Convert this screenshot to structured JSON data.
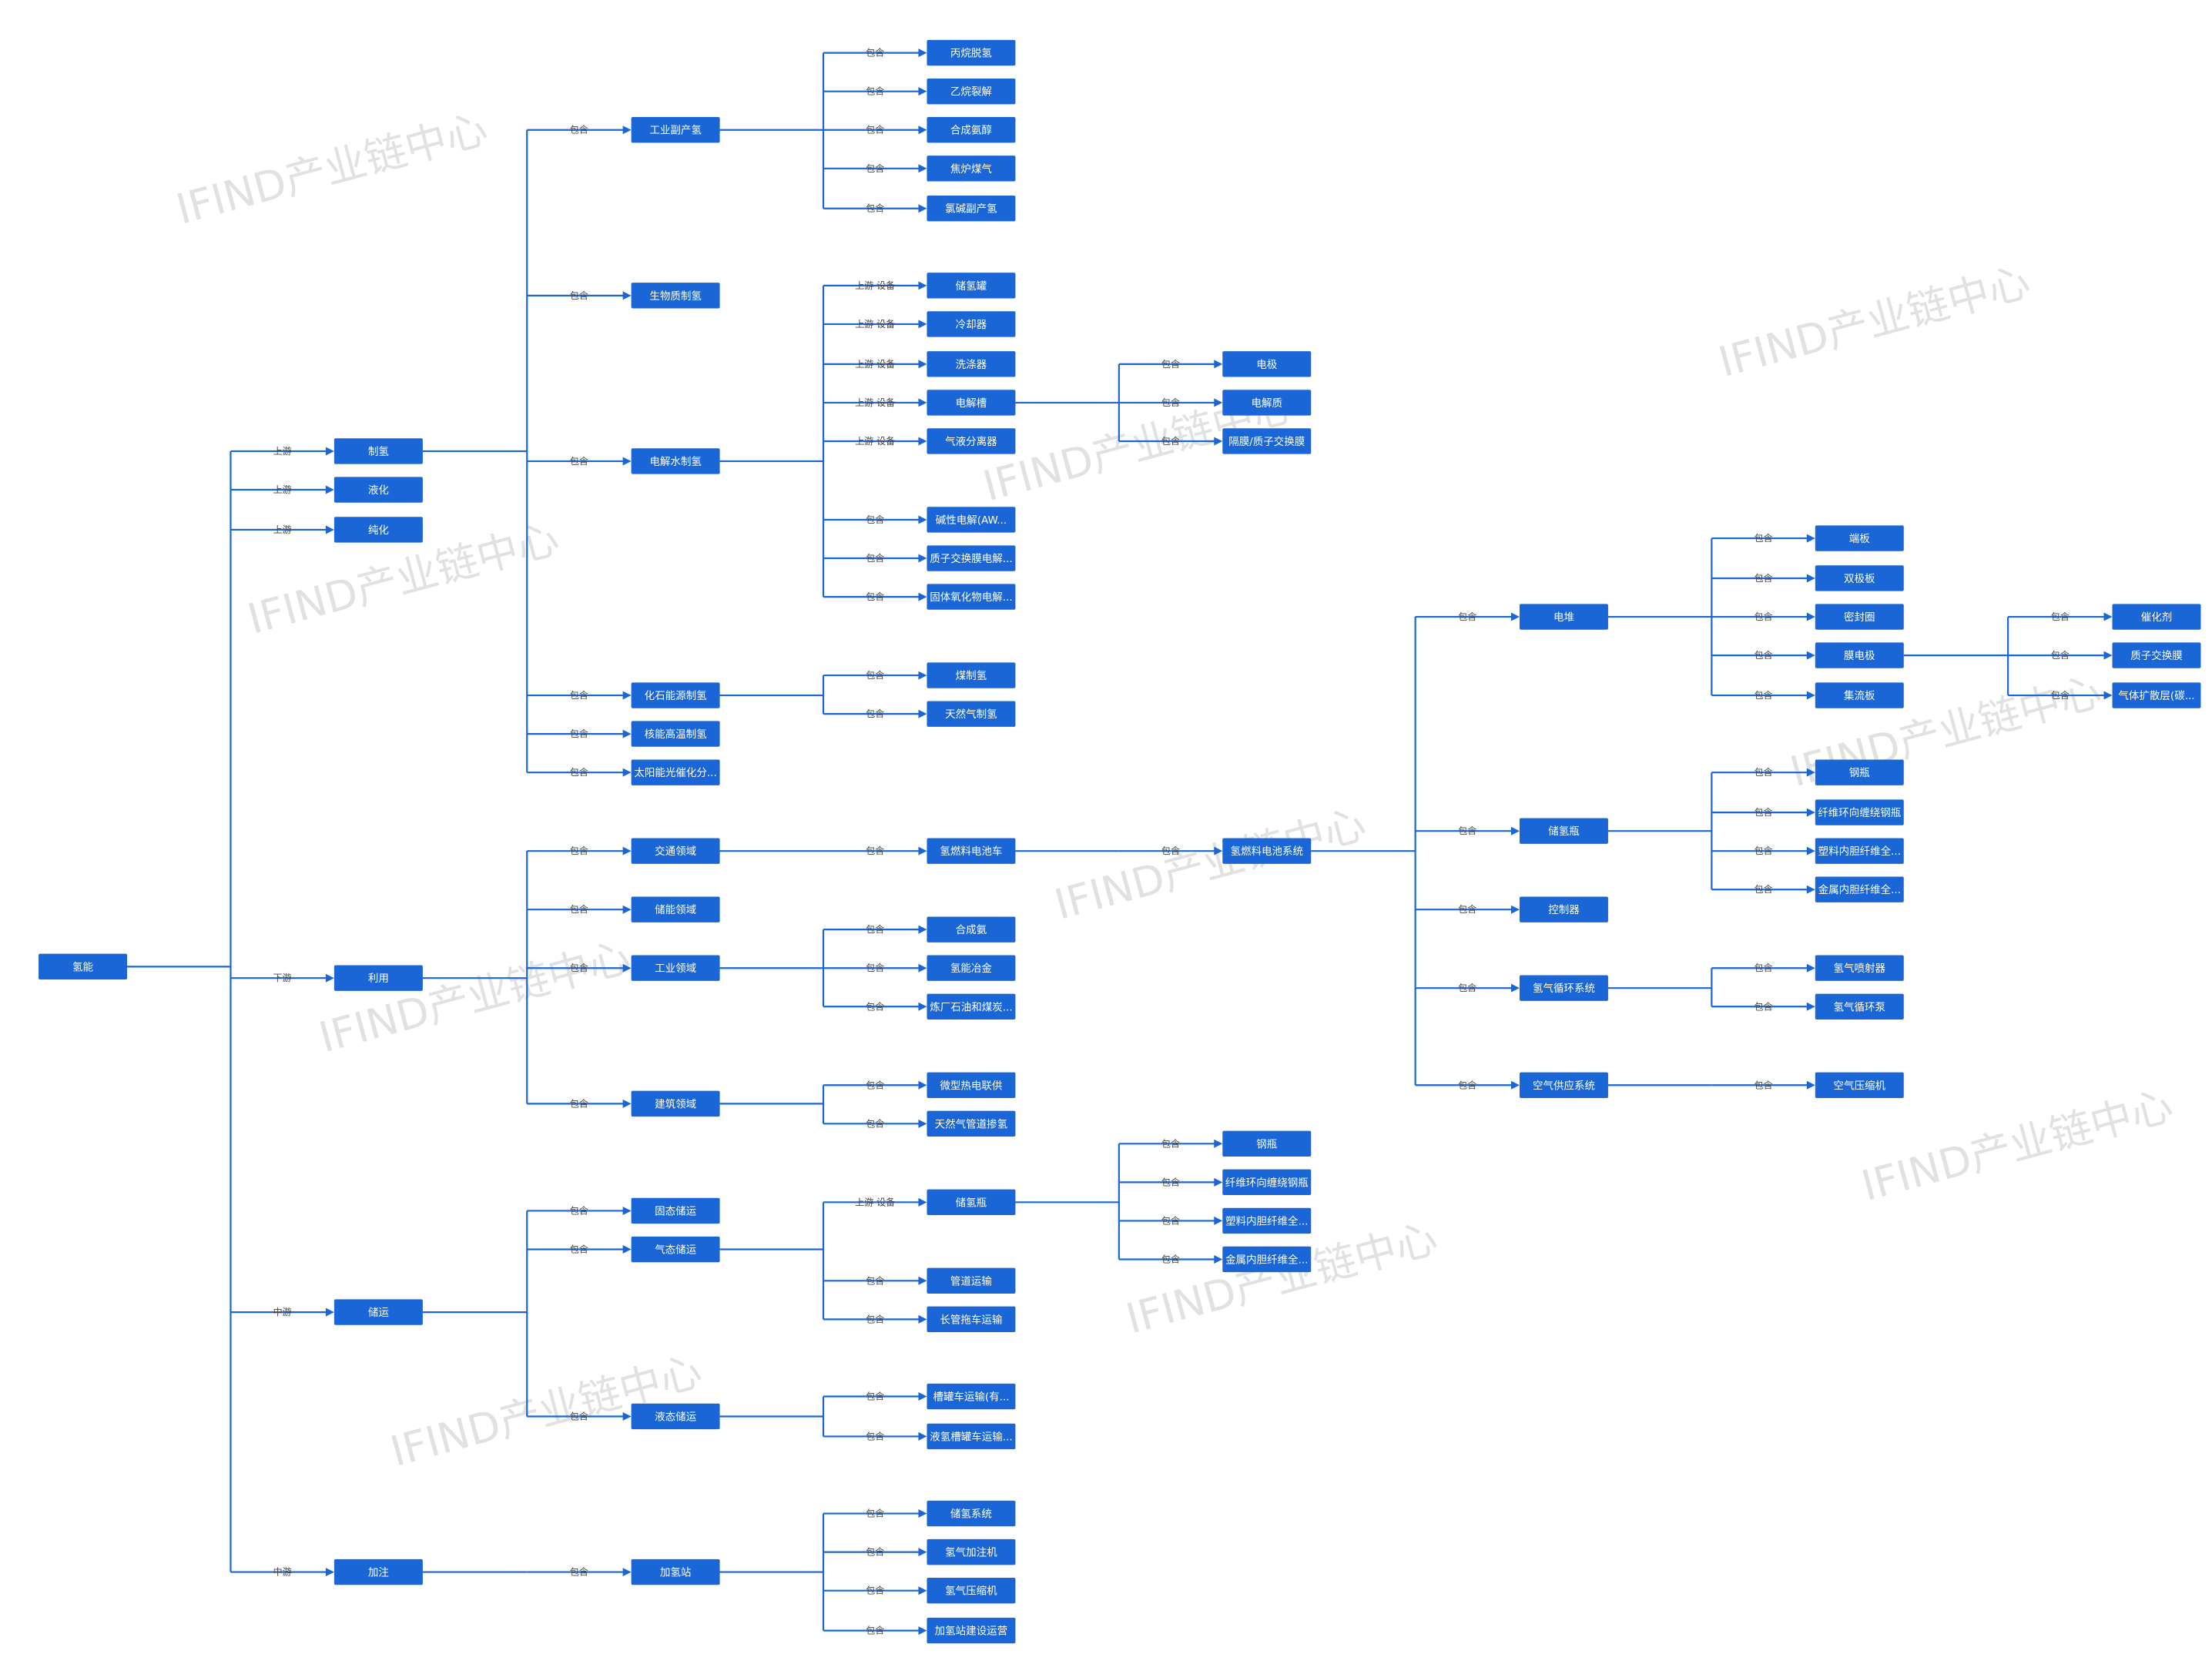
{
  "watermark": "IFIND产业链中心",
  "colors": {
    "node": "#1a66d6",
    "edge": "#1a66d6",
    "node_text": "#ffffff"
  },
  "nodes": [
    {
      "id": "n0",
      "label": "氢能"
    },
    {
      "id": "n1",
      "label": "制氢"
    },
    {
      "id": "n2",
      "label": "液化"
    },
    {
      "id": "n3",
      "label": "纯化"
    },
    {
      "id": "n4",
      "label": "利用"
    },
    {
      "id": "n5",
      "label": "储运"
    },
    {
      "id": "n6",
      "label": "加注"
    },
    {
      "id": "n7",
      "label": "工业副产氢"
    },
    {
      "id": "n8",
      "label": "生物质制氢"
    },
    {
      "id": "n9",
      "label": "电解水制氢"
    },
    {
      "id": "n10",
      "label": "化石能源制氢"
    },
    {
      "id": "n11",
      "label": "核能高温制氢"
    },
    {
      "id": "n12",
      "label": "太阳能光催化分..."
    },
    {
      "id": "n13",
      "label": "交通领域"
    },
    {
      "id": "n14",
      "label": "储能领域"
    },
    {
      "id": "n15",
      "label": "工业领域"
    },
    {
      "id": "n16",
      "label": "建筑领域"
    },
    {
      "id": "n17",
      "label": "固态储运"
    },
    {
      "id": "n18",
      "label": "气态储运"
    },
    {
      "id": "n19",
      "label": "液态储运"
    },
    {
      "id": "n20",
      "label": "加氢站"
    },
    {
      "id": "n21",
      "label": "丙烷脱氢"
    },
    {
      "id": "n22",
      "label": "乙烷裂解"
    },
    {
      "id": "n23",
      "label": "合成氨醇"
    },
    {
      "id": "n24",
      "label": "焦炉煤气"
    },
    {
      "id": "n25",
      "label": "氯碱副产氢"
    },
    {
      "id": "n26",
      "label": "储氢罐"
    },
    {
      "id": "n27",
      "label": "冷却器"
    },
    {
      "id": "n28",
      "label": "洗涤器"
    },
    {
      "id": "n29",
      "label": "电解槽"
    },
    {
      "id": "n30",
      "label": "气液分离器"
    },
    {
      "id": "n31",
      "label": "碱性电解(AW..."
    },
    {
      "id": "n32",
      "label": "质子交换膜电解..."
    },
    {
      "id": "n33",
      "label": "固体氧化物电解..."
    },
    {
      "id": "n34",
      "label": "煤制氢"
    },
    {
      "id": "n35",
      "label": "天然气制氢"
    },
    {
      "id": "n36",
      "label": "氢燃料电池车"
    },
    {
      "id": "n37",
      "label": "合成氨"
    },
    {
      "id": "n38",
      "label": "氢能冶金"
    },
    {
      "id": "n39",
      "label": "炼厂石油和煤炭..."
    },
    {
      "id": "n40",
      "label": "微型热电联供"
    },
    {
      "id": "n41",
      "label": "天然气管道掺氢"
    },
    {
      "id": "n42",
      "label": "储氢瓶"
    },
    {
      "id": "n43",
      "label": "管道运输"
    },
    {
      "id": "n44",
      "label": "长管拖车运输"
    },
    {
      "id": "n45",
      "label": "槽罐车运输(有..."
    },
    {
      "id": "n46",
      "label": "液氢槽罐车运输..."
    },
    {
      "id": "n47",
      "label": "储氢系统"
    },
    {
      "id": "n48",
      "label": "氢气加注机"
    },
    {
      "id": "n49",
      "label": "氢气压缩机"
    },
    {
      "id": "n50",
      "label": "加氢站建设运营"
    },
    {
      "id": "n51",
      "label": "电极"
    },
    {
      "id": "n52",
      "label": "电解质"
    },
    {
      "id": "n53",
      "label": "隔膜/质子交换膜"
    },
    {
      "id": "n54",
      "label": "氢燃料电池系统"
    },
    {
      "id": "n55",
      "label": "钢瓶"
    },
    {
      "id": "n56",
      "label": "纤维环向缠绕钢瓶"
    },
    {
      "id": "n57",
      "label": "塑料内胆纤维全..."
    },
    {
      "id": "n58",
      "label": "金属内胆纤维全..."
    },
    {
      "id": "n59",
      "label": "电堆"
    },
    {
      "id": "n60",
      "label": "储氢瓶"
    },
    {
      "id": "n61",
      "label": "控制器"
    },
    {
      "id": "n62",
      "label": "氢气循环系统"
    },
    {
      "id": "n63",
      "label": "空气供应系统"
    },
    {
      "id": "n64",
      "label": "端板"
    },
    {
      "id": "n65",
      "label": "双极板"
    },
    {
      "id": "n66",
      "label": "密封圈"
    },
    {
      "id": "n67",
      "label": "膜电极"
    },
    {
      "id": "n68",
      "label": "集流板"
    },
    {
      "id": "n69",
      "label": "钢瓶"
    },
    {
      "id": "n70",
      "label": "纤维环向缠绕钢瓶"
    },
    {
      "id": "n71",
      "label": "塑料内胆纤维全..."
    },
    {
      "id": "n72",
      "label": "金属内胆纤维全..."
    },
    {
      "id": "n73",
      "label": "氢气喷射器"
    },
    {
      "id": "n74",
      "label": "氢气循环泵"
    },
    {
      "id": "n75",
      "label": "空气压缩机"
    },
    {
      "id": "n76",
      "label": "催化剂"
    },
    {
      "id": "n77",
      "label": "质子交换膜"
    },
    {
      "id": "n78",
      "label": "气体扩散层(碳..."
    }
  ],
  "edges": [
    {
      "from": "n0",
      "to": "n1",
      "label": "上游"
    },
    {
      "from": "n0",
      "to": "n2",
      "label": "上游"
    },
    {
      "from": "n0",
      "to": "n3",
      "label": "上游"
    },
    {
      "from": "n0",
      "to": "n4",
      "label": "下游"
    },
    {
      "from": "n0",
      "to": "n5",
      "label": "中游"
    },
    {
      "from": "n0",
      "to": "n6",
      "label": "中游"
    },
    {
      "from": "n1",
      "to": "n7",
      "label": "包含"
    },
    {
      "from": "n1",
      "to": "n8",
      "label": "包含"
    },
    {
      "from": "n1",
      "to": "n9",
      "label": "包含"
    },
    {
      "from": "n1",
      "to": "n10",
      "label": "包含"
    },
    {
      "from": "n1",
      "to": "n11",
      "label": "包含"
    },
    {
      "from": "n1",
      "to": "n12",
      "label": "包含"
    },
    {
      "from": "n4",
      "to": "n13",
      "label": "包含"
    },
    {
      "from": "n4",
      "to": "n14",
      "label": "包含"
    },
    {
      "from": "n4",
      "to": "n15",
      "label": "包含"
    },
    {
      "from": "n4",
      "to": "n16",
      "label": "包含"
    },
    {
      "from": "n5",
      "to": "n17",
      "label": "包含"
    },
    {
      "from": "n5",
      "to": "n18",
      "label": "包含"
    },
    {
      "from": "n5",
      "to": "n19",
      "label": "包含"
    },
    {
      "from": "n6",
      "to": "n20",
      "label": "包含"
    },
    {
      "from": "n7",
      "to": "n21",
      "label": "包含"
    },
    {
      "from": "n7",
      "to": "n22",
      "label": "包含"
    },
    {
      "from": "n7",
      "to": "n23",
      "label": "包含"
    },
    {
      "from": "n7",
      "to": "n24",
      "label": "包含"
    },
    {
      "from": "n7",
      "to": "n25",
      "label": "包含"
    },
    {
      "from": "n9",
      "to": "n26",
      "label": "上游 设备"
    },
    {
      "from": "n9",
      "to": "n27",
      "label": "上游 设备"
    },
    {
      "from": "n9",
      "to": "n28",
      "label": "上游 设备"
    },
    {
      "from": "n9",
      "to": "n29",
      "label": "上游 设备"
    },
    {
      "from": "n9",
      "to": "n30",
      "label": "上游 设备"
    },
    {
      "from": "n9",
      "to": "n31",
      "label": "包含"
    },
    {
      "from": "n9",
      "to": "n32",
      "label": "包含"
    },
    {
      "from": "n9",
      "to": "n33",
      "label": "包含"
    },
    {
      "from": "n10",
      "to": "n34",
      "label": "包含"
    },
    {
      "from": "n10",
      "to": "n35",
      "label": "包含"
    },
    {
      "from": "n13",
      "to": "n36",
      "label": "包含"
    },
    {
      "from": "n15",
      "to": "n37",
      "label": "包含"
    },
    {
      "from": "n15",
      "to": "n38",
      "label": "包含"
    },
    {
      "from": "n15",
      "to": "n39",
      "label": "包含"
    },
    {
      "from": "n16",
      "to": "n40",
      "label": "包含"
    },
    {
      "from": "n16",
      "to": "n41",
      "label": "包含"
    },
    {
      "from": "n18",
      "to": "n42",
      "label": "上游 设备"
    },
    {
      "from": "n18",
      "to": "n43",
      "label": "包含"
    },
    {
      "from": "n18",
      "to": "n44",
      "label": "包含"
    },
    {
      "from": "n19",
      "to": "n45",
      "label": "包含"
    },
    {
      "from": "n19",
      "to": "n46",
      "label": "包含"
    },
    {
      "from": "n20",
      "to": "n47",
      "label": "包含"
    },
    {
      "from": "n20",
      "to": "n48",
      "label": "包含"
    },
    {
      "from": "n20",
      "to": "n49",
      "label": "包含"
    },
    {
      "from": "n20",
      "to": "n50",
      "label": "包含"
    },
    {
      "from": "n29",
      "to": "n51",
      "label": "包含"
    },
    {
      "from": "n29",
      "to": "n52",
      "label": "包含"
    },
    {
      "from": "n29",
      "to": "n53",
      "label": "包含"
    },
    {
      "from": "n36",
      "to": "n54",
      "label": "包含"
    },
    {
      "from": "n42",
      "to": "n55",
      "label": "包含"
    },
    {
      "from": "n42",
      "to": "n56",
      "label": "包含"
    },
    {
      "from": "n42",
      "to": "n57",
      "label": "包含"
    },
    {
      "from": "n42",
      "to": "n58",
      "label": "包含"
    },
    {
      "from": "n54",
      "to": "n59",
      "label": "包含"
    },
    {
      "from": "n54",
      "to": "n60",
      "label": "包含"
    },
    {
      "from": "n54",
      "to": "n61",
      "label": "包含"
    },
    {
      "from": "n54",
      "to": "n62",
      "label": "包含"
    },
    {
      "from": "n54",
      "to": "n63",
      "label": "包含"
    },
    {
      "from": "n59",
      "to": "n64",
      "label": "包含"
    },
    {
      "from": "n59",
      "to": "n65",
      "label": "包含"
    },
    {
      "from": "n59",
      "to": "n66",
      "label": "包含"
    },
    {
      "from": "n59",
      "to": "n67",
      "label": "包含"
    },
    {
      "from": "n59",
      "to": "n68",
      "label": "包含"
    },
    {
      "from": "n60",
      "to": "n69",
      "label": "包含"
    },
    {
      "from": "n60",
      "to": "n70",
      "label": "包含"
    },
    {
      "from": "n60",
      "to": "n71",
      "label": "包含"
    },
    {
      "from": "n60",
      "to": "n72",
      "label": "包含"
    },
    {
      "from": "n62",
      "to": "n73",
      "label": "包含"
    },
    {
      "from": "n62",
      "to": "n74",
      "label": "包含"
    },
    {
      "from": "n63",
      "to": "n75",
      "label": "包含"
    },
    {
      "from": "n67",
      "to": "n76",
      "label": "包含"
    },
    {
      "from": "n67",
      "to": "n77",
      "label": "包含"
    },
    {
      "from": "n67",
      "to": "n78",
      "label": "包含"
    }
  ]
}
